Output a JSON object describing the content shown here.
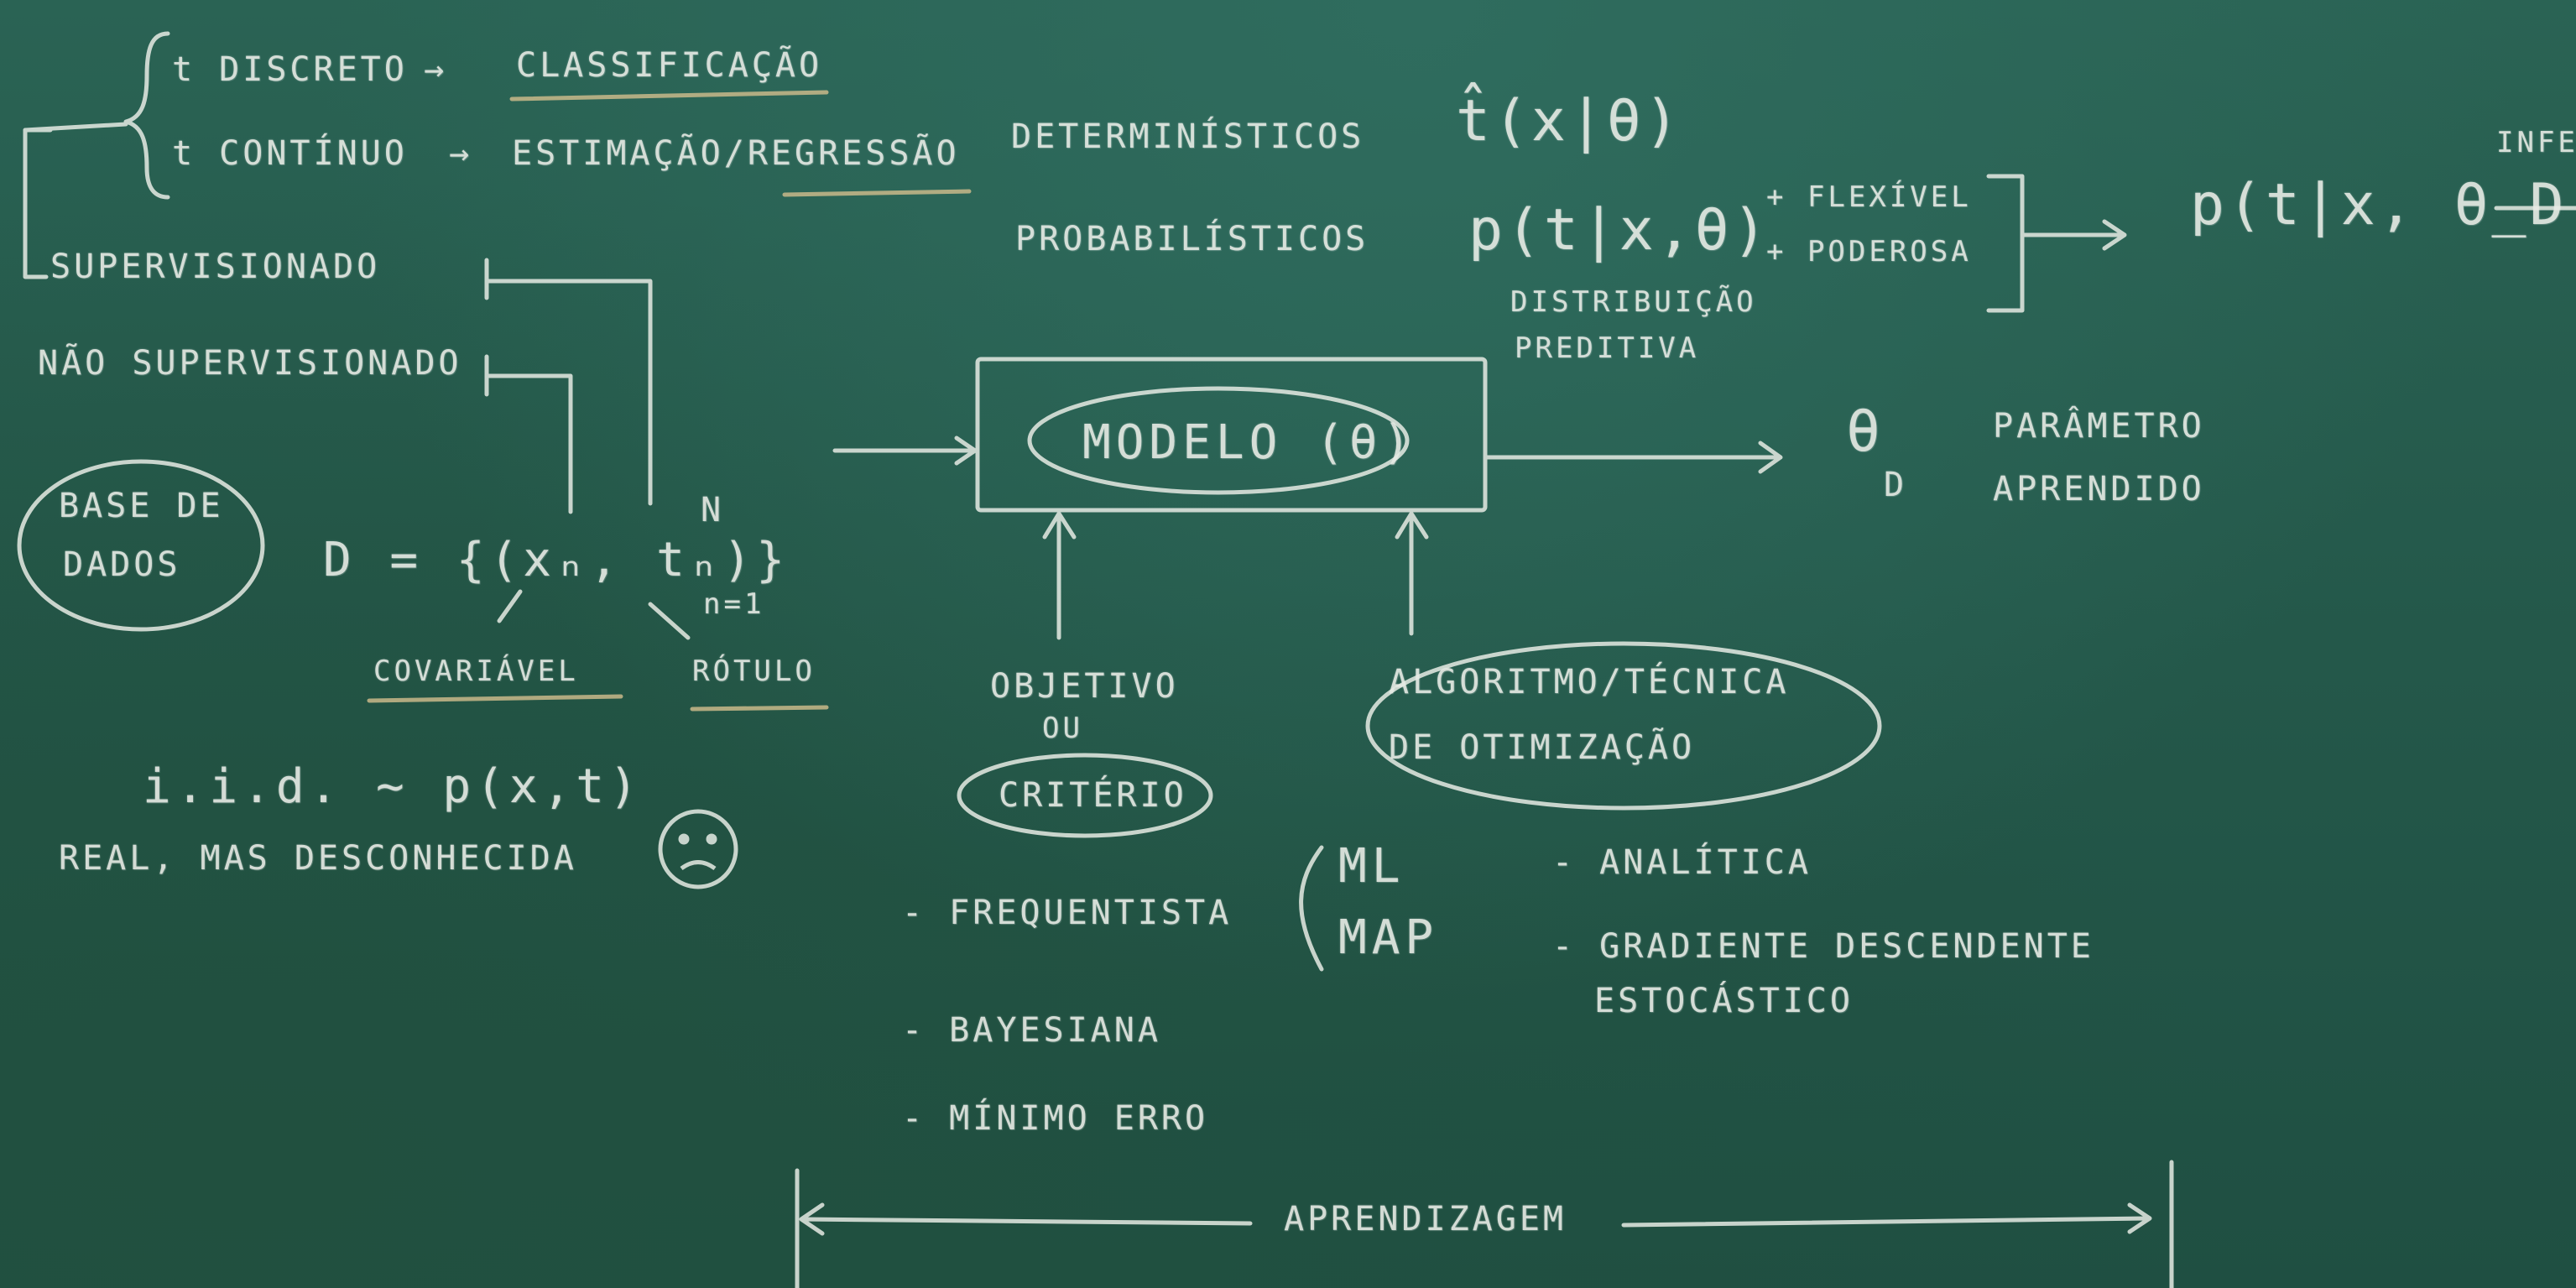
{
  "board": {
    "supervised_branch": {
      "discrete": "t DISCRETO",
      "classification": "CLASSIFICAÇÃO",
      "continuous": "t CONTÍNUO",
      "estimation": "ESTIMAÇÃO/REGRESSÃO",
      "arrow": "→"
    },
    "supervised": "SUPERVISIONADO",
    "unsupervised": "NÃO SUPERVISIONADO",
    "database": [
      "BASE DE",
      "DADOS"
    ],
    "dataset_formula": "D = {(xₙ, tₙ)}",
    "dataset_super": "N",
    "dataset_sub": "n=1",
    "covariate": "COVARIÁVEL",
    "label": "RÓTULO",
    "iid": "i.i.d. ~ p(x,t)",
    "unknown": "REAL, MAS DESCONHECIDA",
    "deterministic": "DETERMINÍSTICOS",
    "det_formula": "t̂(x|θ)",
    "probabilistic": "PROBABILÍSTICOS",
    "prob_formula": "p(t|x,θ)",
    "more_flexible": "+ FLEXÍVEL",
    "more_powerful": "+ PODEROSA",
    "predictive_dist": [
      "DISTRIBUIÇÃO",
      "PREDITIVA"
    ],
    "posterior_formula": "p(t|x, θ_D)",
    "inference": "INFE",
    "model": "MODELO (θ)",
    "theta_d": "θ",
    "theta_sub": "D",
    "learned_param": [
      "PARÂMETRO",
      "APRENDIDO"
    ],
    "objective": [
      "OBJETIVO",
      "OU",
      "CRITÉRIO"
    ],
    "algorithm": [
      "ALGORITMO/TÉCNICA",
      "DE OTIMIZAÇÃO"
    ],
    "frequentist": "- FREQUENTISTA",
    "ml": "ML",
    "map": "MAP",
    "bayesian": "- BAYESIANA",
    "min_error": "- MÍNIMO ERRO",
    "analytic": "- ANALÍTICA",
    "sgd": [
      "- GRADIENTE DESCENDENTE",
      "ESTOCÁSTICO"
    ],
    "learning": "APRENDIZAGEM",
    "sad_face": "☹"
  },
  "colors": {
    "chalk": "#e8ece6",
    "gold": "#c9b88a",
    "board": "#24584a"
  }
}
